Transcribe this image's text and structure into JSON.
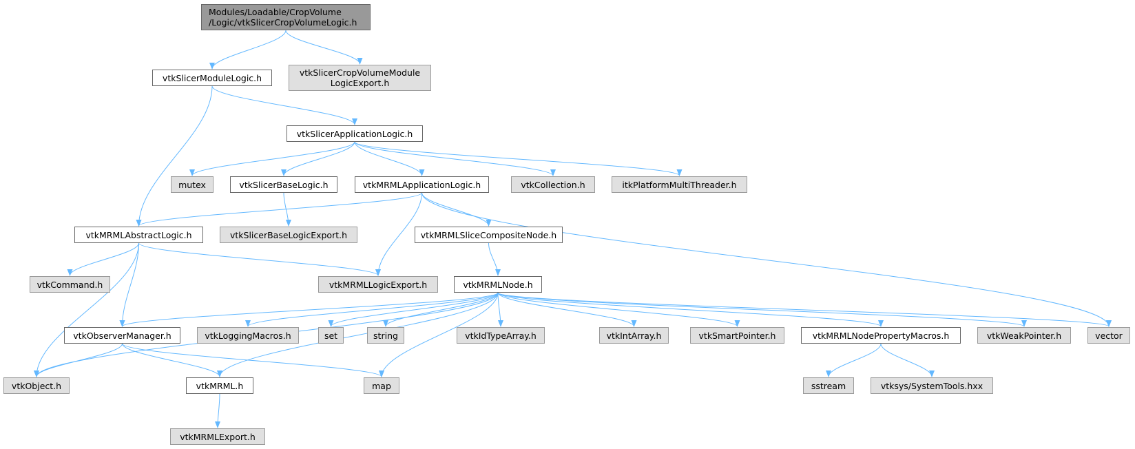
{
  "graph": {
    "edge_color": "#63b8ff",
    "root_fill": "#999999",
    "local_fill": "#ffffff",
    "external_fill": "#e0e0e0",
    "nodes": [
      {
        "id": "root",
        "label": "Modules/Loadable/CropVolume\n/Logic/vtkSlicerCropVolumeLogic.h",
        "kind": "root"
      },
      {
        "id": "moduleLogic",
        "label": "vtkSlicerModuleLogic.h",
        "kind": "local"
      },
      {
        "id": "cropExport",
        "label": "vtkSlicerCropVolumeModule\nLogicExport.h",
        "kind": "ext"
      },
      {
        "id": "appLogic",
        "label": "vtkSlicerApplicationLogic.h",
        "kind": "local"
      },
      {
        "id": "mutex",
        "label": "mutex",
        "kind": "ext"
      },
      {
        "id": "baseLogic",
        "label": "vtkSlicerBaseLogic.h",
        "kind": "local"
      },
      {
        "id": "mrmlAppLogic",
        "label": "vtkMRMLApplicationLogic.h",
        "kind": "local"
      },
      {
        "id": "collection",
        "label": "vtkCollection.h",
        "kind": "ext"
      },
      {
        "id": "itkThreader",
        "label": "itkPlatformMultiThreader.h",
        "kind": "ext"
      },
      {
        "id": "abstractLogic",
        "label": "vtkMRMLAbstractLogic.h",
        "kind": "local"
      },
      {
        "id": "baseLogicExport",
        "label": "vtkSlicerBaseLogicExport.h",
        "kind": "ext"
      },
      {
        "id": "sliceComposite",
        "label": "vtkMRMLSliceCompositeNode.h",
        "kind": "local"
      },
      {
        "id": "command",
        "label": "vtkCommand.h",
        "kind": "ext"
      },
      {
        "id": "logicExport",
        "label": "vtkMRMLLogicExport.h",
        "kind": "ext"
      },
      {
        "id": "mrmlNode",
        "label": "vtkMRMLNode.h",
        "kind": "local"
      },
      {
        "id": "observer",
        "label": "vtkObserverManager.h",
        "kind": "local"
      },
      {
        "id": "logging",
        "label": "vtkLoggingMacros.h",
        "kind": "ext"
      },
      {
        "id": "set",
        "label": "set",
        "kind": "ext"
      },
      {
        "id": "string",
        "label": "string",
        "kind": "ext"
      },
      {
        "id": "idType",
        "label": "vtkIdTypeArray.h",
        "kind": "ext"
      },
      {
        "id": "intArray",
        "label": "vtkIntArray.h",
        "kind": "ext"
      },
      {
        "id": "smartPtr",
        "label": "vtkSmartPointer.h",
        "kind": "ext"
      },
      {
        "id": "propMacros",
        "label": "vtkMRMLNodePropertyMacros.h",
        "kind": "local"
      },
      {
        "id": "weakPtr",
        "label": "vtkWeakPointer.h",
        "kind": "ext"
      },
      {
        "id": "vector",
        "label": "vector",
        "kind": "ext"
      },
      {
        "id": "object",
        "label": "vtkObject.h",
        "kind": "ext"
      },
      {
        "id": "mrml",
        "label": "vtkMRML.h",
        "kind": "local"
      },
      {
        "id": "map",
        "label": "map",
        "kind": "ext"
      },
      {
        "id": "sstream",
        "label": "sstream",
        "kind": "ext"
      },
      {
        "id": "systemTools",
        "label": "vtksys/SystemTools.hxx",
        "kind": "ext"
      },
      {
        "id": "mrmlExport",
        "label": "vtkMRMLExport.h",
        "kind": "ext"
      }
    ],
    "edges": [
      [
        "root",
        "moduleLogic"
      ],
      [
        "root",
        "cropExport"
      ],
      [
        "moduleLogic",
        "appLogic"
      ],
      [
        "moduleLogic",
        "abstractLogic"
      ],
      [
        "appLogic",
        "mutex"
      ],
      [
        "appLogic",
        "baseLogic"
      ],
      [
        "appLogic",
        "mrmlAppLogic"
      ],
      [
        "appLogic",
        "collection"
      ],
      [
        "appLogic",
        "itkThreader"
      ],
      [
        "baseLogic",
        "baseLogicExport"
      ],
      [
        "mrmlAppLogic",
        "abstractLogic"
      ],
      [
        "mrmlAppLogic",
        "logicExport"
      ],
      [
        "mrmlAppLogic",
        "sliceComposite"
      ],
      [
        "mrmlAppLogic",
        "vector"
      ],
      [
        "abstractLogic",
        "object"
      ],
      [
        "abstractLogic",
        "command"
      ],
      [
        "abstractLogic",
        "observer"
      ],
      [
        "abstractLogic",
        "logicExport"
      ],
      [
        "sliceComposite",
        "mrmlNode"
      ],
      [
        "mrmlNode",
        "object"
      ],
      [
        "mrmlNode",
        "observer"
      ],
      [
        "mrmlNode",
        "logging"
      ],
      [
        "mrmlNode",
        "set"
      ],
      [
        "mrmlNode",
        "string"
      ],
      [
        "mrmlNode",
        "mrml"
      ],
      [
        "mrmlNode",
        "idType"
      ],
      [
        "mrmlNode",
        "map"
      ],
      [
        "mrmlNode",
        "intArray"
      ],
      [
        "mrmlNode",
        "smartPtr"
      ],
      [
        "mrmlNode",
        "propMacros"
      ],
      [
        "mrmlNode",
        "weakPtr"
      ],
      [
        "mrmlNode",
        "vector"
      ],
      [
        "observer",
        "object"
      ],
      [
        "observer",
        "mrml"
      ],
      [
        "observer",
        "map"
      ],
      [
        "propMacros",
        "sstream"
      ],
      [
        "propMacros",
        "systemTools"
      ],
      [
        "mrml",
        "mrmlExport"
      ]
    ]
  }
}
